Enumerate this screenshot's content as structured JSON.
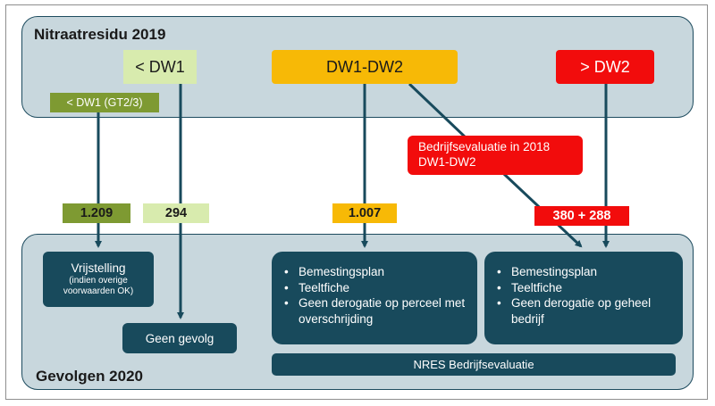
{
  "panels": {
    "top_title": "Nitraatresidu 2019",
    "bottom_title": "Gevolgen  2020"
  },
  "categories": {
    "lt_dw1": "< DW1",
    "dw1_dw2": "DW1-DW2",
    "gt_dw2": "> DW2",
    "lt_dw1_gt": "< DW1 (GT2/3)"
  },
  "evaluation_2018": {
    "line1": "Bedrijfsevaluatie in 2018",
    "line2": "DW1-DW2"
  },
  "counts": {
    "c1209": "1.209",
    "c294": "294",
    "c1007": "1.007",
    "c380_288": "380 + 288"
  },
  "outcomes": {
    "vrijstelling_title": "Vrijstelling",
    "vrijstelling_sub1": "(indien overige",
    "vrijstelling_sub2": "voorwaarden OK)",
    "geen_gevolg": "Geen gevolg",
    "left_list": [
      "Bemestingsplan",
      "Teeltfiche",
      "Geen derogatie op perceel met overschrijding"
    ],
    "right_list": [
      "Bemestingsplan",
      "Teeltfiche",
      "Geen derogatie op geheel bedrijf"
    ],
    "nres": "NRES Bedrijfsevaluatie"
  },
  "colors": {
    "panel_fill": "#c8d7dd",
    "dark_teal": "#184a5c",
    "light_green": "#d8ebae",
    "olive_green": "#7e9a32",
    "orange": "#f7b906",
    "red": "#f20c0c"
  }
}
